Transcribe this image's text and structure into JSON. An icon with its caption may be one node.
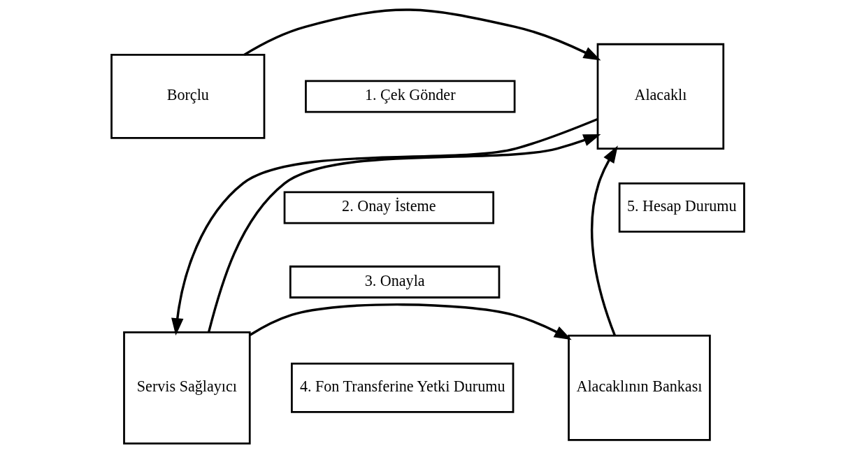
{
  "diagram": {
    "nodes": [
      {
        "text": [
          "Borçlu"
        ]
      },
      {
        "text": [
          "Alacaklı"
        ]
      },
      {
        "text": [
          "Servis Sağlayıcı"
        ]
      },
      {
        "text": [
          "Alacaklının Bankası"
        ]
      },
      {
        "text": [
          "1. Çek Gönder"
        ]
      },
      {
        "text": [
          "2. Onay İsteme"
        ]
      },
      {
        "text": [
          "3. Onayla"
        ]
      },
      {
        "text": [
          "4. Fon Transferine Yetki Durumu"
        ]
      },
      {
        "text": [
          "5. Hesap Durumu"
        ]
      }
    ],
    "edges": [
      {
        "from": 0,
        "to": 1,
        "arrow": "to"
      },
      {
        "from": 1,
        "to": 2,
        "arrow": "to"
      },
      {
        "from": 2,
        "to": 1,
        "arrow": "to"
      },
      {
        "from": 2,
        "to": 3,
        "arrow": "to"
      },
      {
        "from": 3,
        "to": 1,
        "arrow": "to"
      }
    ]
  }
}
